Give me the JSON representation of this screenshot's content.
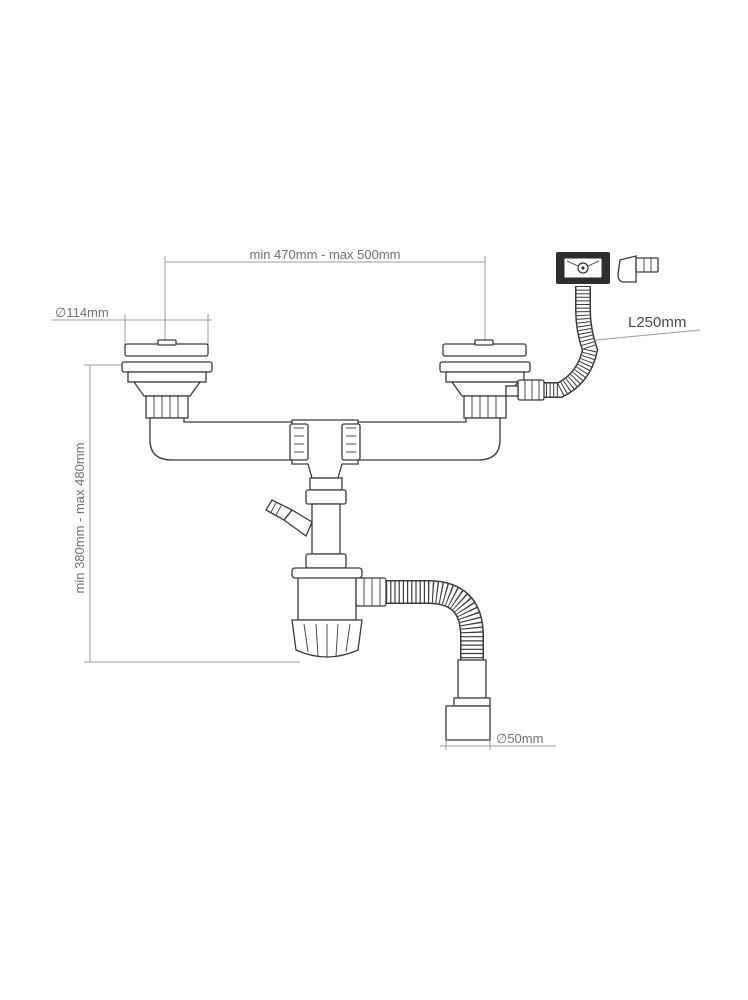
{
  "dimensions": {
    "width_range": "min 470mm - max 500mm",
    "basket_diameter": "∅114mm",
    "height_range": "min 380mm - max 480mm",
    "overflow_length": "L250mm",
    "outlet_diameter": "∅50mm"
  }
}
